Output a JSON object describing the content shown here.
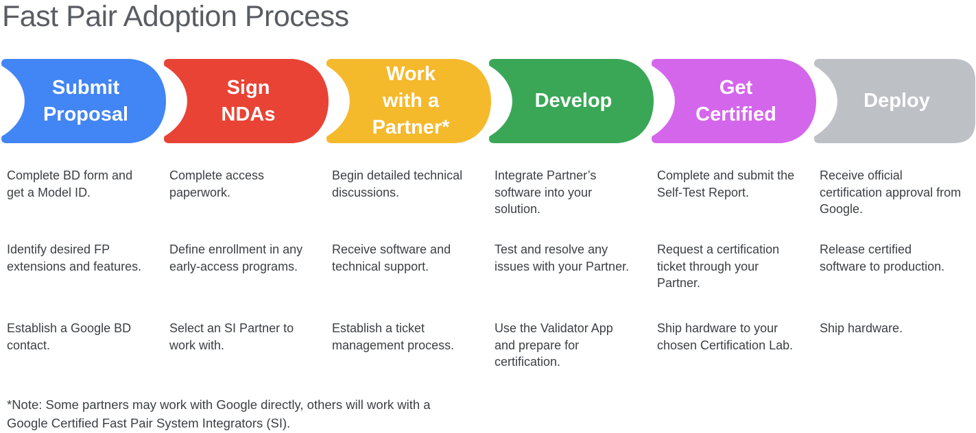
{
  "title": "Fast Pair Adoption Process",
  "note": "*Note: Some partners may work with Google directly, others will work with a\nGoogle Certified Fast Pair System Integrators (SI).",
  "colors": {
    "title_text": "#595d62",
    "body_text": "#3c4043",
    "label_text": "#ffffff"
  },
  "steps": [
    {
      "name": "submit-proposal",
      "label_lines": [
        "Submit",
        "Proposal"
      ],
      "color": "#4285F4",
      "items": [
        "Complete BD form and get a Model ID.",
        "Identify desired FP extensions and features.",
        "Establish a Google BD contact."
      ]
    },
    {
      "name": "sign-ndas",
      "label_lines": [
        "Sign",
        "NDAs"
      ],
      "color": "#E94335",
      "items": [
        "Complete access paperwork.",
        "Define enrollment in any early-access programs.",
        "Select an SI Partner to work with."
      ]
    },
    {
      "name": "work-with-a-partner",
      "label_lines": [
        "Work",
        "with a",
        "Partner*"
      ],
      "color": "#F5B92C",
      "items": [
        "Begin detailed technical discussions.",
        "Receive software and technical support.",
        "Establish a ticket management process."
      ]
    },
    {
      "name": "develop",
      "label_lines": [
        "Develop"
      ],
      "color": "#3AA757",
      "items": [
        "Integrate Partner’s software into your solution.",
        "Test and resolve any issues with your Partner.",
        "Use the Validator App and prepare for certification."
      ]
    },
    {
      "name": "get-certified",
      "label_lines": [
        "Get",
        "Certified"
      ],
      "color": "#D466EC",
      "items": [
        "Complete and submit the Self-Test Report.",
        "Request a certification ticket through your Partner.",
        "Ship hardware to your chosen Certification Lab."
      ]
    },
    {
      "name": "deploy",
      "label_lines": [
        "Deploy"
      ],
      "color": "#BDC1C6",
      "items": [
        "Receive official certification approval from Google.",
        "Release certified software to production.",
        "Ship hardware."
      ]
    }
  ]
}
